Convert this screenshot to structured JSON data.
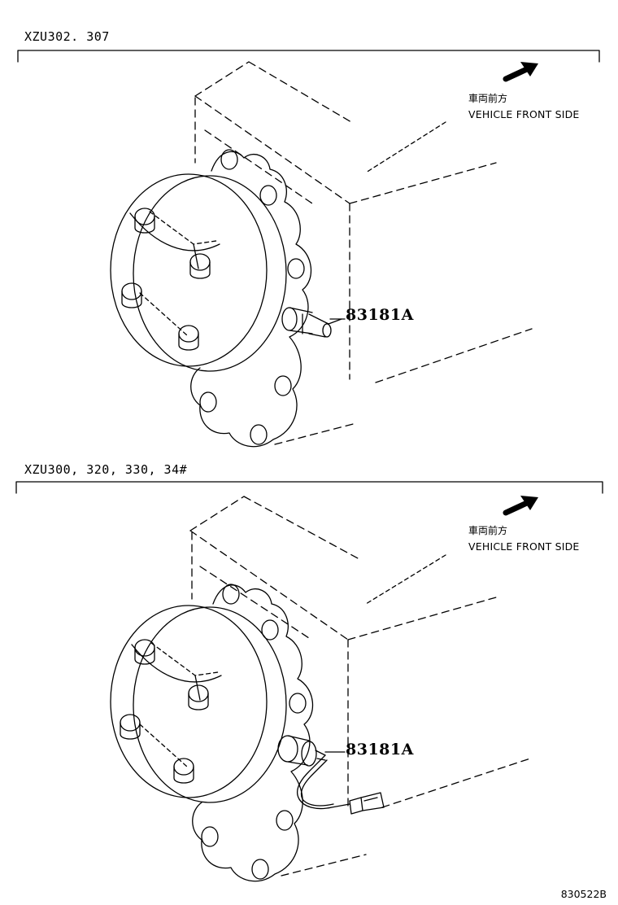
{
  "panels": [
    {
      "model_label": "XZU302. 307",
      "direction_jp": "車両前方",
      "direction_en": "VEHICLE FRONT SIDE",
      "part_number": "83181A"
    },
    {
      "model_label": "XZU300, 320, 330, 34#",
      "direction_jp": "車両前方",
      "direction_en": "VEHICLE FRONT SIDE",
      "part_number": "83181A"
    }
  ],
  "figure_code": "830522B",
  "colors": {
    "ink": "#000000",
    "paper": "#ffffff"
  },
  "icons": [
    "front-direction-arrow-icon"
  ]
}
